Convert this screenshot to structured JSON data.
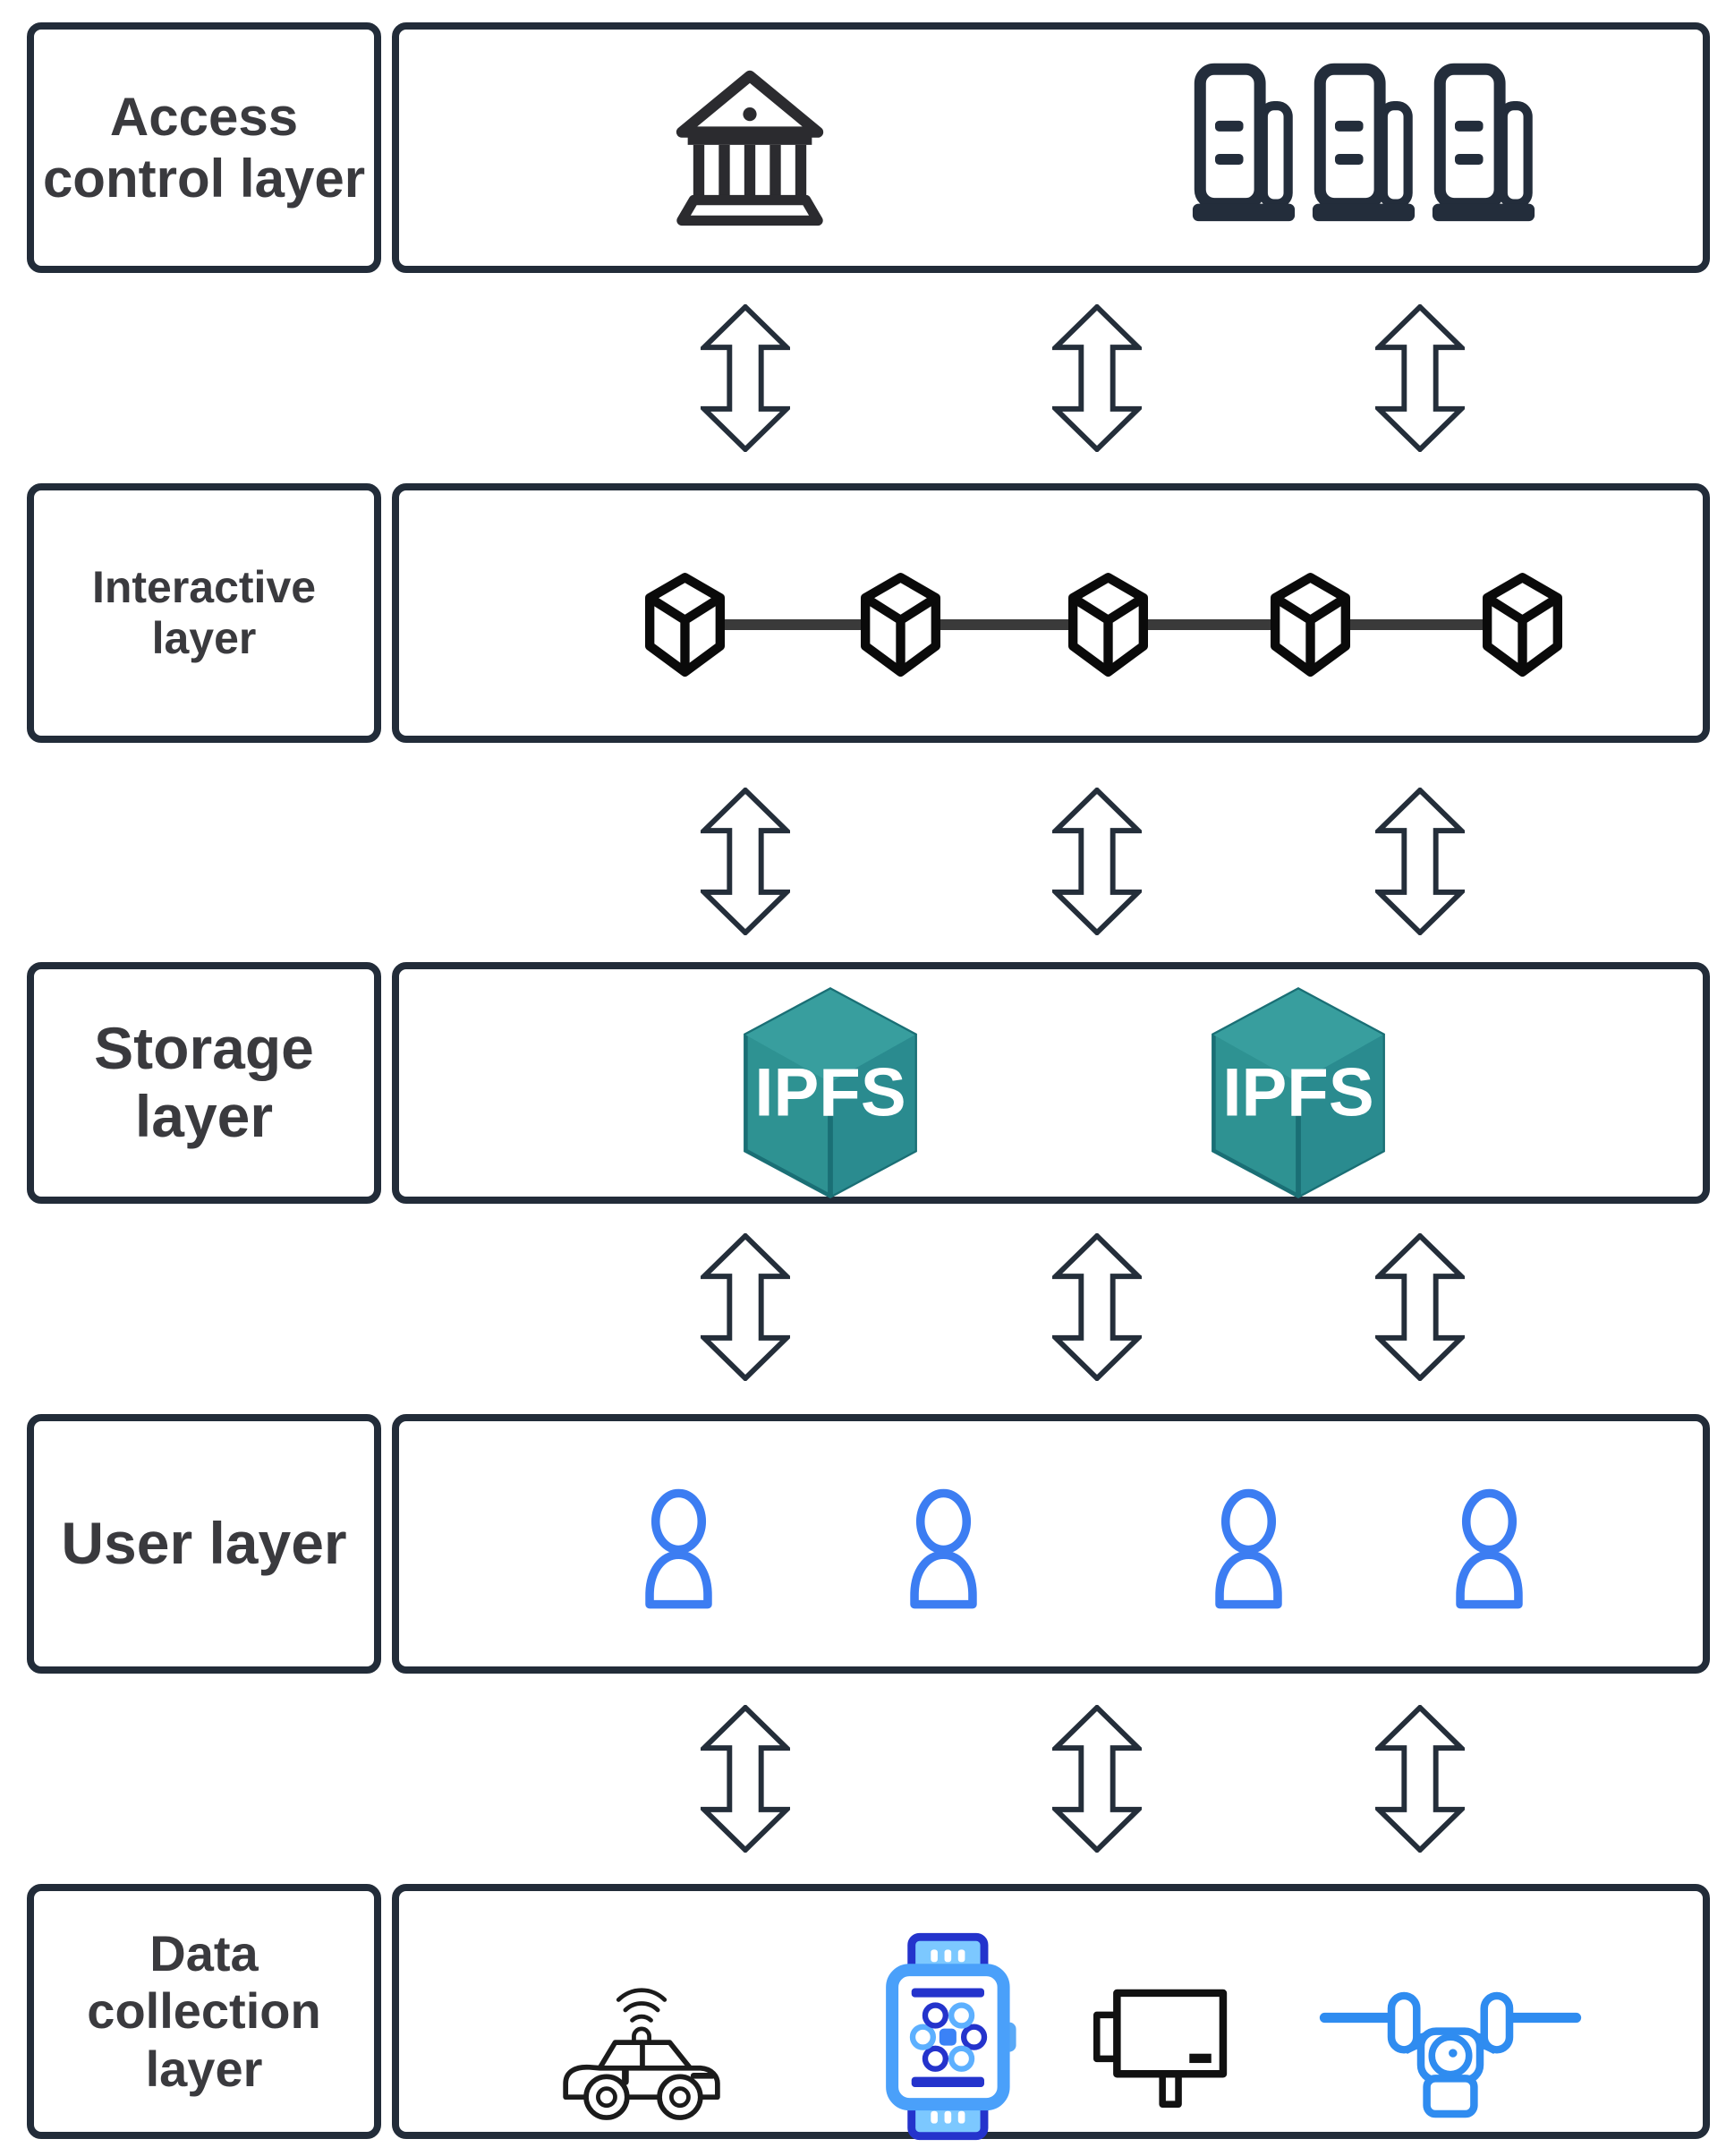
{
  "diagram_title": "Layered blockchain / IPFS architecture diagram",
  "colors": {
    "box_border": "#222c39",
    "label_text": "#3a3a3e",
    "cube_black": "#0a0a0a",
    "chain_line": "#3a3a3a",
    "ipfs_teal_main": "#2e9292",
    "ipfs_teal_top": "#389e9e",
    "ipfs_teal_dark_face": "#2a8b8f",
    "ipfs_teal_edge": "#1a6f75",
    "user_blue": "#3c7df2",
    "drone_blue": "#2f8cf0",
    "watch_light_blue": "#7cc8ff",
    "watch_outline_blue": "#4aa0fa",
    "watch_dark_blue": "#2433cc",
    "dark_icon": "#1b1b1b"
  },
  "layers": [
    {
      "id": "access-control",
      "label": "Access control layer",
      "icons": [
        "bank-icon",
        "server-tower-icon",
        "server-tower-icon",
        "server-tower-icon"
      ]
    },
    {
      "id": "interactive",
      "label": "Interactive layer",
      "icons": [
        "blockchain-cube-icon",
        "blockchain-cube-icon",
        "blockchain-cube-icon",
        "blockchain-cube-icon",
        "blockchain-cube-icon"
      ],
      "cube_count": 5,
      "cubes_linked": true
    },
    {
      "id": "storage",
      "label": "Storage layer",
      "ipfs_label": "IPFS",
      "icons": [
        "ipfs-cube-icon",
        "ipfs-cube-icon"
      ]
    },
    {
      "id": "user",
      "label": "User layer",
      "icons": [
        "user-icon",
        "user-icon",
        "user-icon",
        "user-icon"
      ]
    },
    {
      "id": "data-collection",
      "label": "Data collection layer",
      "icons": [
        "connected-car-icon",
        "smartwatch-icon",
        "cctv-camera-icon",
        "drone-icon"
      ]
    }
  ],
  "arrows": {
    "style": "double-headed vertical outline arrow",
    "columns_per_gap": 3,
    "gaps": 4
  }
}
